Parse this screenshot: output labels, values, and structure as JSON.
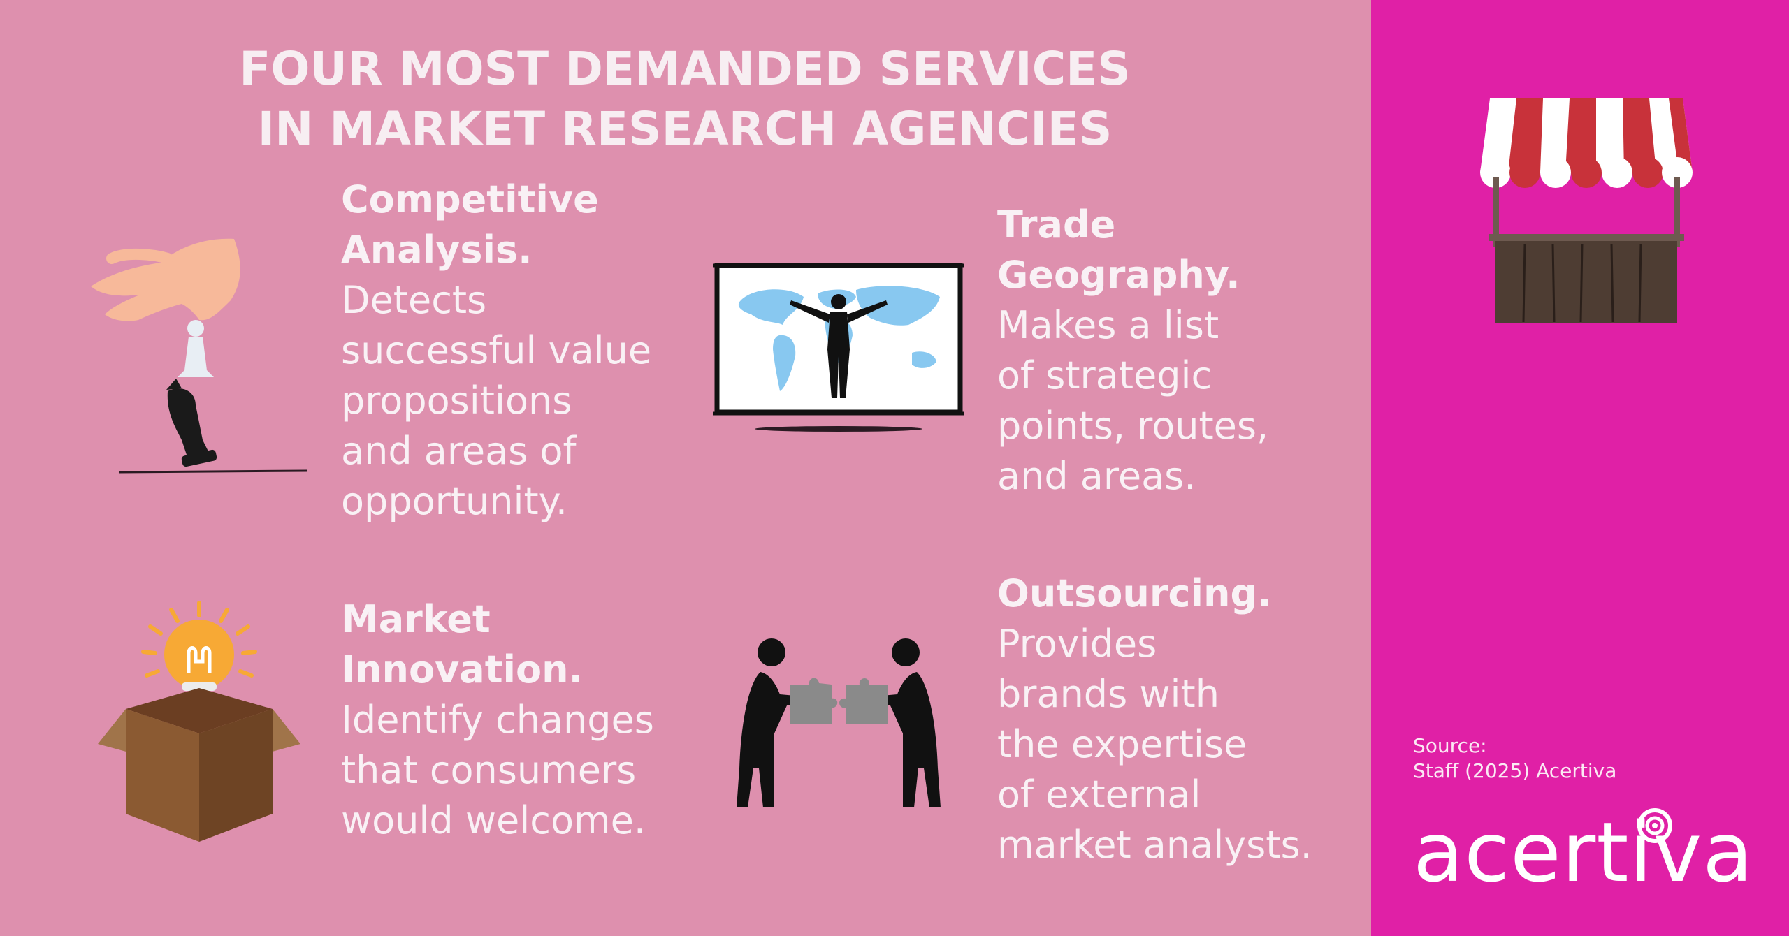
{
  "title": {
    "line1": "FOUR MOST DEMANDED SERVICES",
    "line2": "IN MARKET RESEARCH AGENCIES"
  },
  "services": [
    {
      "heading": [
        "Competitive",
        "Analysis."
      ],
      "description": [
        "Detects",
        "successful value",
        "propositions",
        "and areas of",
        "opportunity."
      ],
      "icon": "chess-hand-icon"
    },
    {
      "heading": [
        "Trade",
        "Geography."
      ],
      "description": [
        "Makes a list",
        "of strategic",
        "points, routes,",
        "and areas."
      ],
      "icon": "world-map-presenter-icon"
    },
    {
      "heading": [
        "Market",
        "Innovation."
      ],
      "description": [
        "Identify changes",
        "that consumers",
        "would welcome."
      ],
      "icon": "lightbulb-box-icon"
    },
    {
      "heading": [
        "Outsourcing."
      ],
      "description": [
        "Provides",
        "brands with",
        "the expertise",
        "of external",
        "market analysts."
      ],
      "icon": "puzzle-people-icon"
    }
  ],
  "source": {
    "label": "Source:",
    "citation": "Staff (2025) Acertiva"
  },
  "brand": {
    "logo_text": "acertiva",
    "icon": "market-stall-icon"
  },
  "colors": {
    "main_background": "#de90ae",
    "side_panel": "#e020a6",
    "text": "#f9f1f5"
  }
}
